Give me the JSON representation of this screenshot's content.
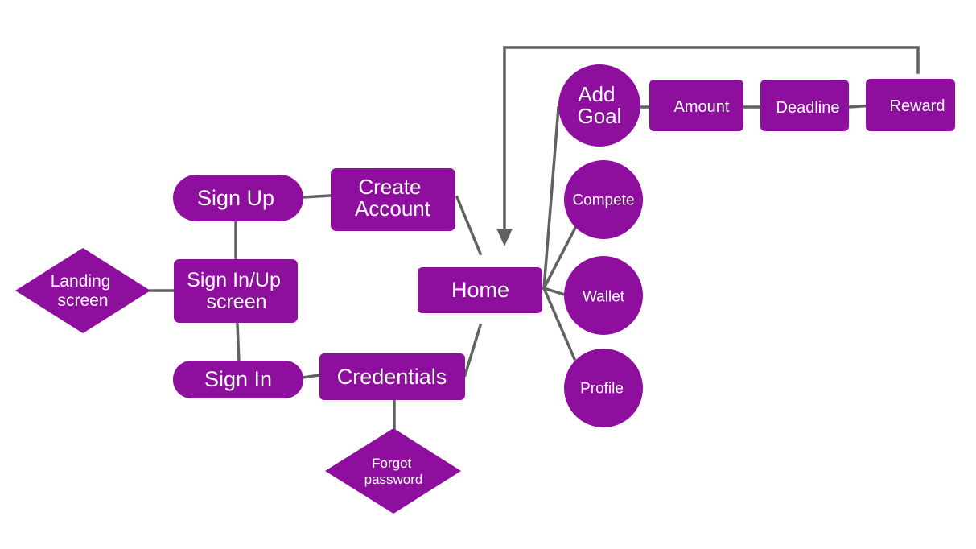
{
  "colors": {
    "node_fill": "#8E0E9E",
    "edge_stroke": "#616161",
    "text": "#ffffff",
    "background": "#ffffff"
  },
  "nodes": {
    "landing": {
      "line1": "Landing",
      "line2": "screen"
    },
    "sign_up": {
      "label": "Sign Up"
    },
    "sign_in_up": {
      "line1": "Sign In/Up",
      "line2": "screen"
    },
    "sign_in": {
      "label": "Sign In"
    },
    "create_account": {
      "line1": "Create",
      "line2": "Account"
    },
    "credentials": {
      "label": "Credentials"
    },
    "forgot": {
      "line1": "Forgot",
      "line2": "password"
    },
    "home": {
      "label": "Home"
    },
    "add_goal": {
      "line1": "Add",
      "line2": "Goal"
    },
    "compete": {
      "label": "Compete"
    },
    "wallet": {
      "label": "Wallet"
    },
    "profile": {
      "label": "Profile"
    },
    "amount": {
      "label": "Amount"
    },
    "deadline": {
      "label": "Deadline"
    },
    "reward": {
      "label": "Reward"
    }
  }
}
